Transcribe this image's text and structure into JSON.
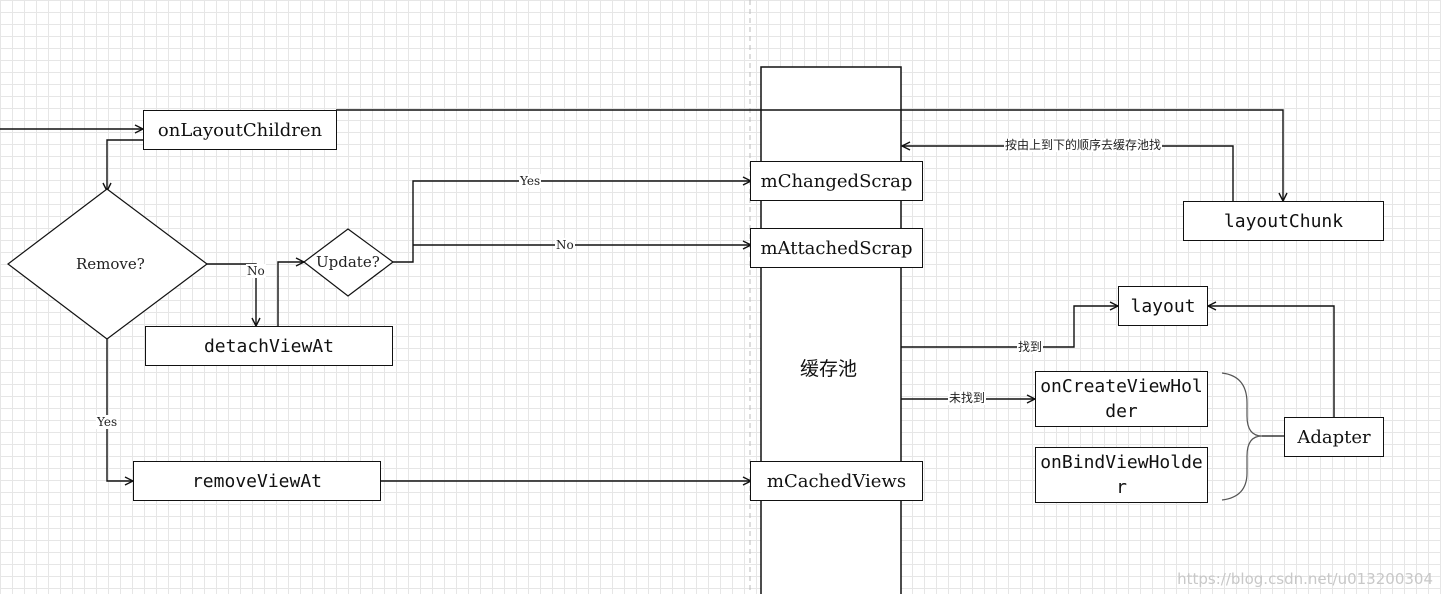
{
  "nodes": {
    "on_layout_children": "onLayoutChildren",
    "remove_decision": "Remove?",
    "update_decision": "Update?",
    "detach_view_at": "detachViewAt",
    "remove_view_at": "removeViewAt",
    "m_changed_scrap": "mChangedScrap",
    "m_attached_scrap": "mAttachedScrap",
    "m_cached_views": "mCachedViews",
    "cache_pool": "缓存池",
    "layout_chunk": "layoutChunk",
    "layout": "layout",
    "on_create_view_holder": "onCreateViewHolder",
    "on_bind_view_holder": "onBindViewHolder",
    "adapter": "Adapter"
  },
  "edge_labels": {
    "remove_no": "No",
    "remove_yes": "Yes",
    "update_yes": "Yes",
    "update_no": "No",
    "search_order": "按由上到下的顺序去缓存池找",
    "found": "找到",
    "not_found": "未找到"
  },
  "watermark": "https://blog.csdn.net/u013200304",
  "colors": {
    "line": "#111111",
    "grid": "#e6e6e6"
  }
}
